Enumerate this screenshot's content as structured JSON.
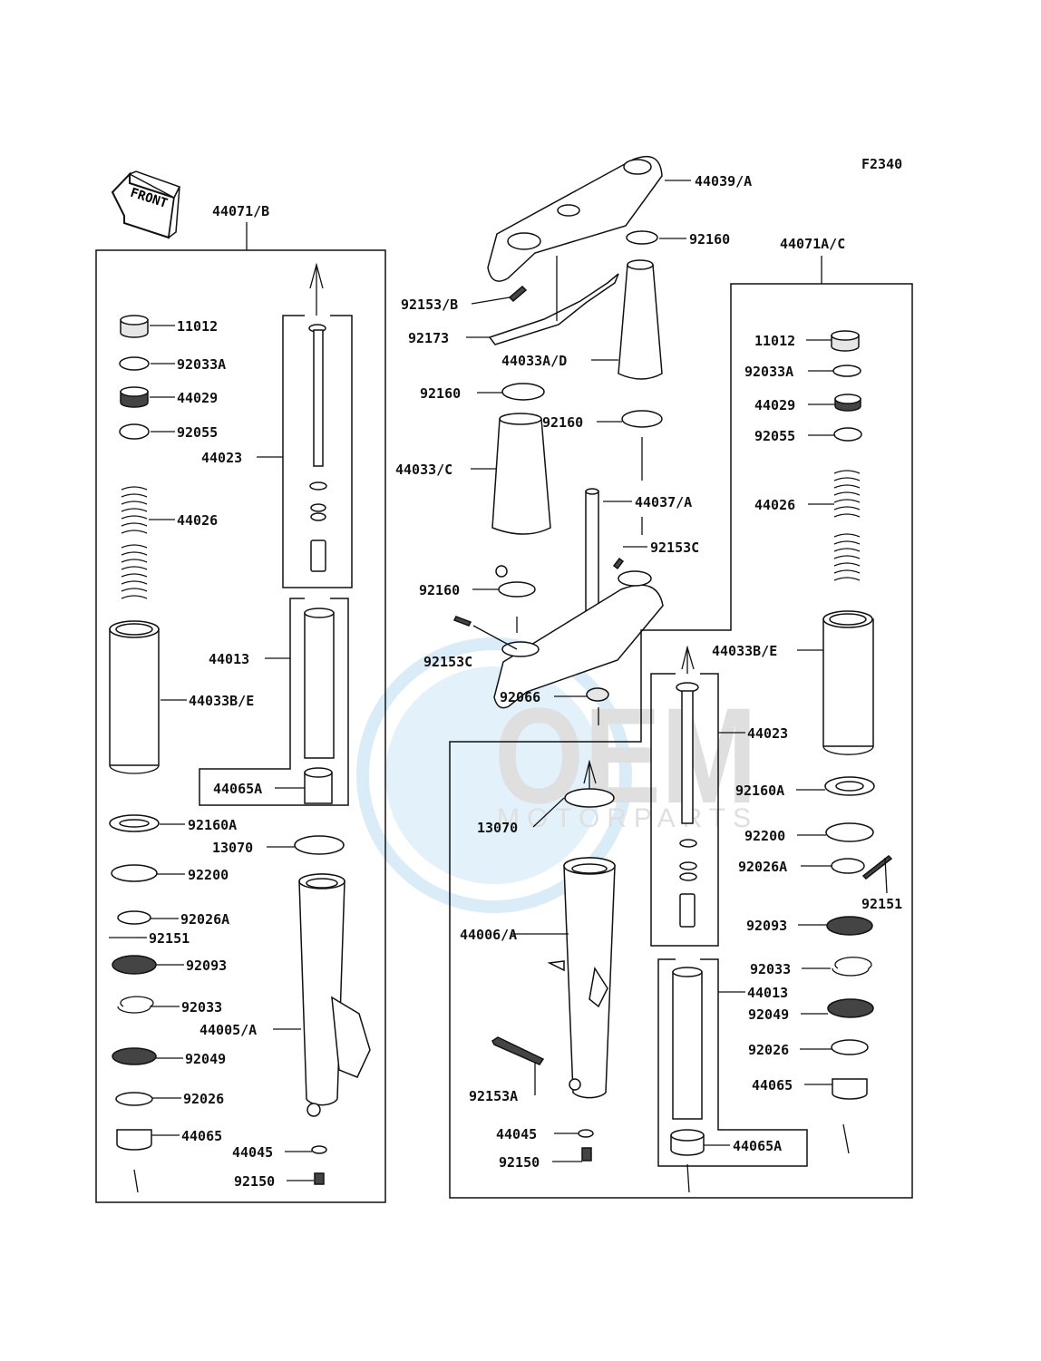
{
  "diagram_code": "F2340",
  "front_label": "FRONT",
  "watermark": {
    "brand": "OEM",
    "sub": "MOTORPARTS"
  },
  "assemblies": {
    "left": "44071/B",
    "right": "44071A/C"
  },
  "left_labels": {
    "l11012": "11012",
    "l92033A": "92033A",
    "l44029": "44029",
    "l92055": "92055",
    "l44023": "44023",
    "l44026": "44026",
    "l44013": "44013",
    "l44033BE": "44033B/E",
    "l44065A": "44065A",
    "l92160A": "92160A",
    "l13070": "13070",
    "l92200": "92200",
    "l92026A": "92026A",
    "l92151": "92151",
    "l92093": "92093",
    "l92033": "92033",
    "l44005A": "44005/A",
    "l92049": "92049",
    "l92026": "92026",
    "l44065": "44065",
    "l44045": "44045",
    "l92150": "92150"
  },
  "center_labels": {
    "c44039A": "44039/A",
    "c92160a": "92160",
    "c92153B": "92153/B",
    "c92173": "92173",
    "c44033AD": "44033A/D",
    "c92160b": "92160",
    "c92160c": "92160",
    "c44033C": "44033/C",
    "c44037A": "44037/A",
    "c92153Ca": "92153C",
    "c92160d": "92160",
    "c92153Cb": "92153C",
    "c92066": "92066",
    "c13070": "13070",
    "c44006A": "44006/A",
    "c92153A": "92153A",
    "c44045": "44045",
    "c92150": "92150"
  },
  "right_labels": {
    "r11012": "11012",
    "r92033A": "92033A",
    "r44029": "44029",
    "r92055": "92055",
    "r44026": "44026",
    "r44033BE": "44033B/E",
    "r44023": "44023",
    "r92160A": "92160A",
    "r92200": "92200",
    "r92026A": "92026A",
    "r92151": "92151",
    "r92093": "92093",
    "r92033": "92033",
    "r44013": "44013",
    "r92049": "92049",
    "r92026": "92026",
    "r44065": "44065",
    "r44065A": "44065A"
  }
}
